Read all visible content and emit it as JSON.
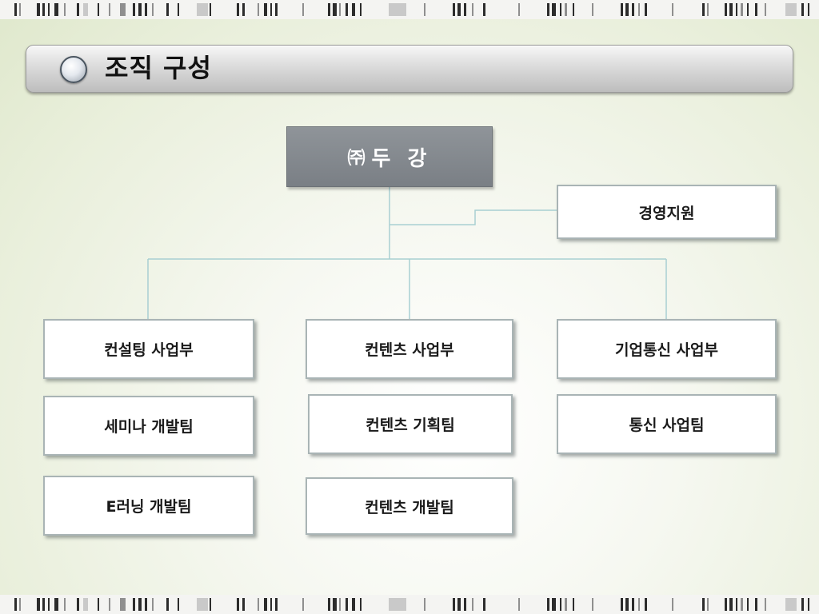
{
  "slide_title": "조직 구성",
  "company": {
    "mark": "㈜",
    "name": "두 강"
  },
  "support": "경영지원",
  "divisions": {
    "consulting": {
      "label": "컨설팅 사업부",
      "teams": [
        "세미나 개발팀",
        "E러닝 개발팀"
      ]
    },
    "contents": {
      "label": "컨텐츠 사업부",
      "teams": [
        "컨텐츠 기획팀",
        "컨텐츠 개발팀"
      ]
    },
    "telecom": {
      "label": "기업통신 사업부",
      "teams": [
        "통신 사업팀"
      ]
    }
  },
  "colors": {
    "title_text": "#111111",
    "company_box": "#83888d",
    "unit_border": "#a9b4b5",
    "connector": "#a8cfd2"
  }
}
